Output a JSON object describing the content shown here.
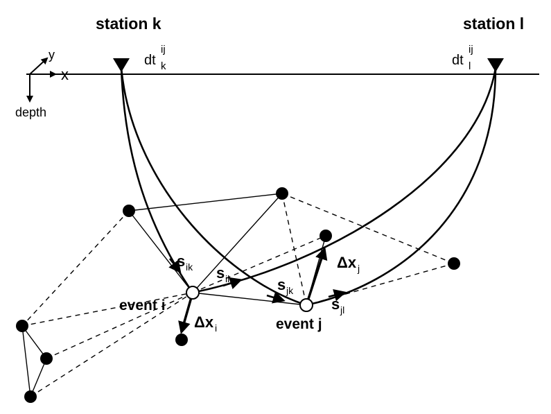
{
  "stations": {
    "k": {
      "label": "station k",
      "dt_base": "dt",
      "dt_sup": "ij",
      "dt_sub": "k"
    },
    "l": {
      "label": "station l",
      "dt_base": "dt",
      "dt_sup": "ij",
      "dt_sub": "l"
    }
  },
  "axes": {
    "x": "x",
    "y": "y",
    "depth": "depth"
  },
  "events": {
    "i": {
      "label": "event i"
    },
    "j": {
      "label": "event j"
    }
  },
  "vectors": {
    "s_ik": {
      "base": "s",
      "sub": "ik"
    },
    "s_il": {
      "base": "s",
      "sub": "il"
    },
    "s_jk": {
      "base": "s",
      "sub": "jk"
    },
    "s_jl": {
      "base": "s",
      "sub": "jl"
    },
    "dx_i": {
      "base": "Δx",
      "sub": "i"
    },
    "dx_j": {
      "base": "Δx",
      "sub": "j"
    }
  },
  "colors": {
    "ink": "#000000",
    "background": "#ffffff"
  },
  "icons": {
    "station": "inverted-triangle-icon",
    "event": "circle-icon",
    "neighbor": "filled-dot-icon"
  }
}
